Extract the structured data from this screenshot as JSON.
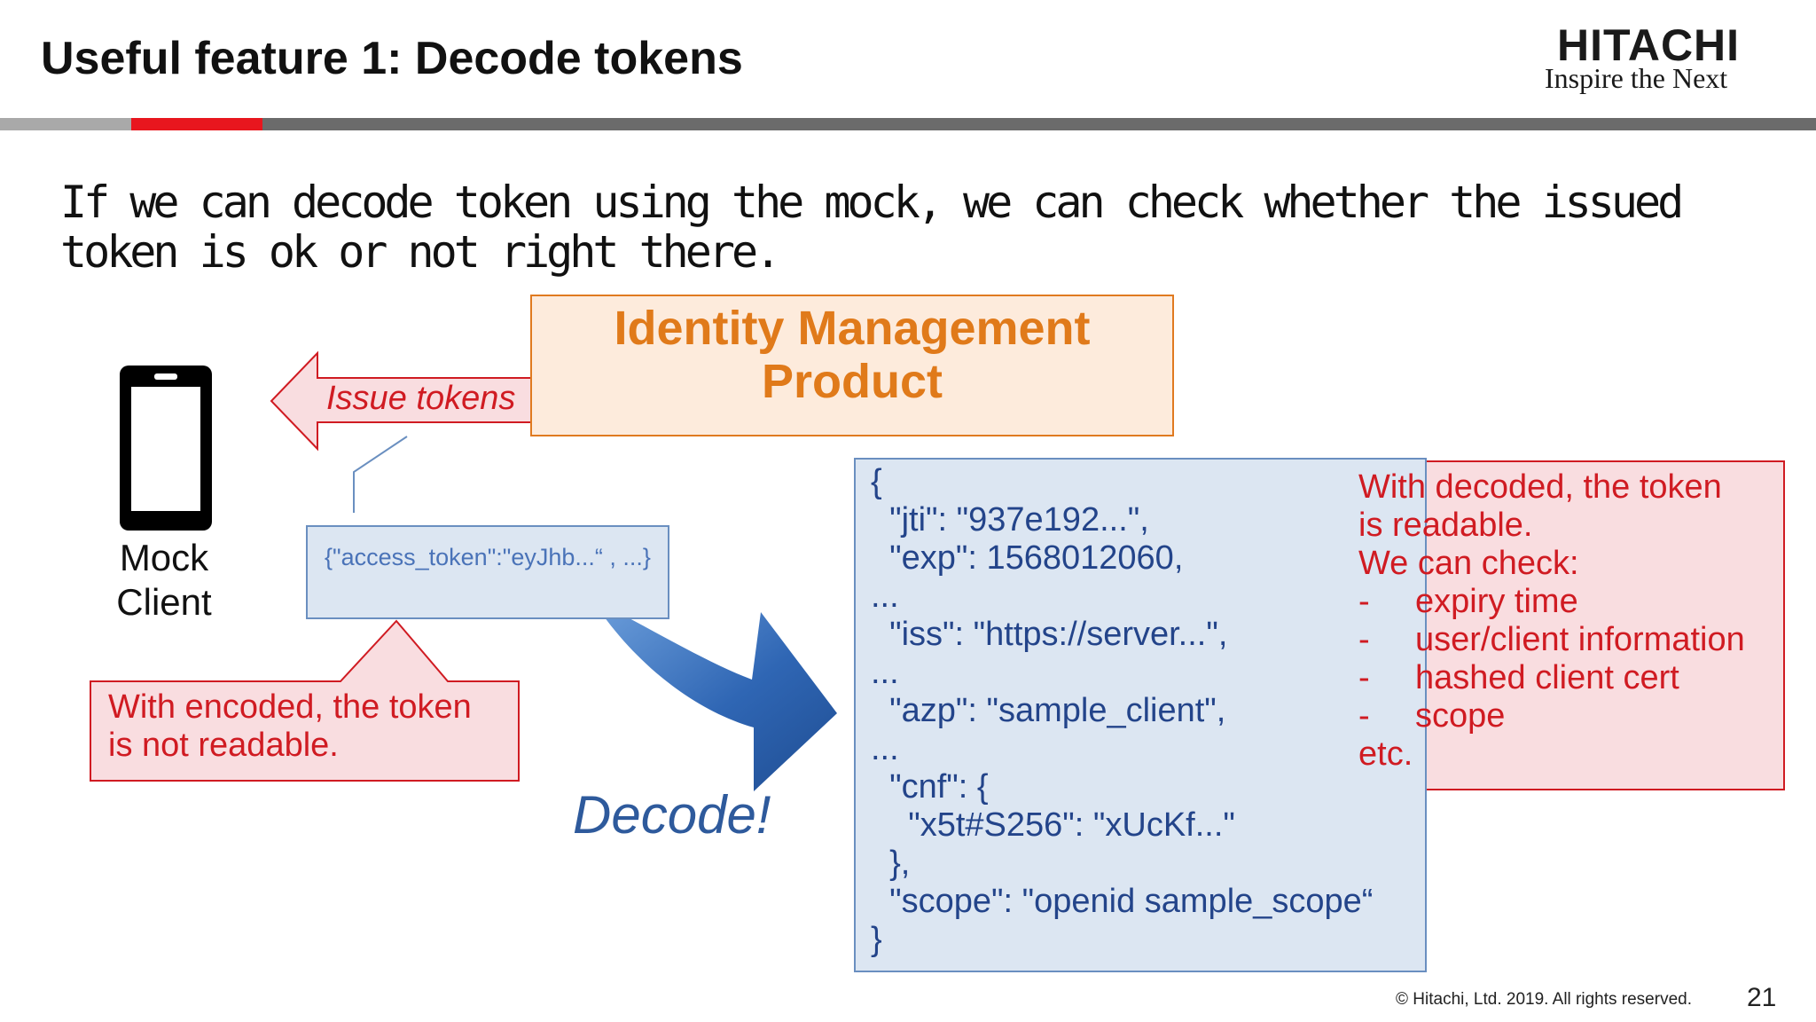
{
  "header": {
    "title": "Useful feature 1: Decode tokens",
    "logo_text": "HITACHI",
    "logo_tagline": "Inspire the Next"
  },
  "intro_text": "If we can decode token using the mock, we can check whether the issued token is ok or not right there.",
  "product_box": {
    "title": "Identity Management Product"
  },
  "mock_client": {
    "label_line1": "Mock",
    "label_line2": "Client"
  },
  "issue_arrow": {
    "label": "Issue tokens"
  },
  "encoded_token": {
    "text": "{\"access_token\":\"eyJhb...“ , ...}"
  },
  "encoded_callout": {
    "line1": "With encoded, the token",
    "line2": "is not readable."
  },
  "decode_arrow": {
    "label": "Decode!"
  },
  "decoded_json": {
    "lines": [
      "{",
      "  \"jti\": \"937e192...\",",
      "  \"exp\": 1568012060,",
      "...",
      "  \"iss\": \"https://server...\",",
      "...",
      "  \"azp\": \"sample_client\",",
      "...",
      "  \"cnf\": {",
      "    \"x5t#S256\": \"xUcKf...\"",
      "  },",
      "  \"scope\": \"openid sample_scope“",
      "}"
    ]
  },
  "decoded_callout": {
    "line1": "With decoded, the token",
    "line2": "is readable.",
    "line3": "We can check:",
    "items": [
      "expiry time",
      "user/client information",
      "hashed client cert",
      "scope"
    ],
    "item_marker": "-",
    "closing": "etc."
  },
  "footer": {
    "copyright": "© Hitachi, Ltd. 2019. All rights reserved.",
    "page_number": "21"
  },
  "colors": {
    "accent_red": "#e8161e",
    "orange": "#e07a1a",
    "blue_text": "#23448a",
    "callout_fill": "#f9dde0"
  }
}
